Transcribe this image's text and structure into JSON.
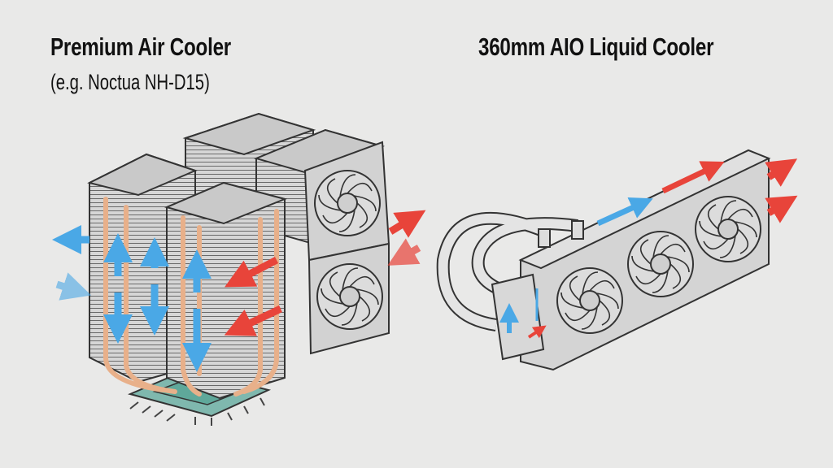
{
  "left_panel": {
    "title": "Premium Air Cooler",
    "subtitle": "(e.g. Noctua NH-D15)"
  },
  "right_panel": {
    "title": "360mm AIO Liquid Cooler"
  },
  "colors": {
    "background": "#e9e9e8",
    "hot_air": "#e8443a",
    "cool_air": "#4aa8e6",
    "heatpipe": "#e8b08a",
    "cpu": "#5fa89a",
    "metal": "#cfcfcf"
  }
}
